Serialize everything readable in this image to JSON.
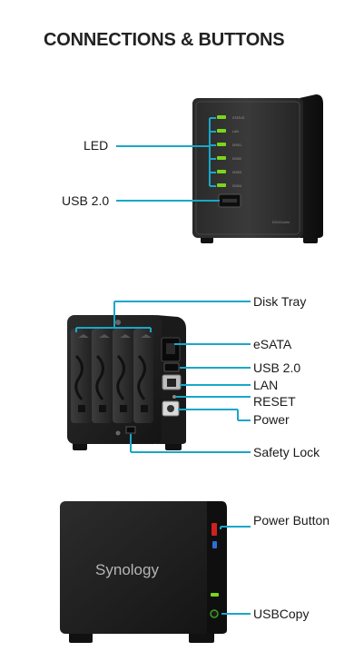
{
  "page": {
    "title": "CONNECTIONS & BUTTONS"
  },
  "colors": {
    "leader": "#19a7c9",
    "led_green": "#7ad61a",
    "usb_blue": "#2a6fd6",
    "power_red": "#d02020"
  },
  "front_view": {
    "labels": {
      "led": "LED",
      "usb": "USB 2.0"
    },
    "led_indicators": [
      "STATUS",
      "LAN",
      "DISK1",
      "DISK2",
      "DISK3",
      "DISK4"
    ],
    "model": "DS411slim"
  },
  "rear_view": {
    "labels": {
      "disk_tray": "Disk Tray",
      "esata": "eSATA",
      "usb": "USB 2.0",
      "lan": "LAN",
      "reset": "RESET",
      "power": "Power",
      "safety_lock": "Safety Lock"
    }
  },
  "side_view": {
    "brand": "Synology",
    "labels": {
      "power_button": "Power Button",
      "usbcopy": "USBCopy"
    }
  }
}
